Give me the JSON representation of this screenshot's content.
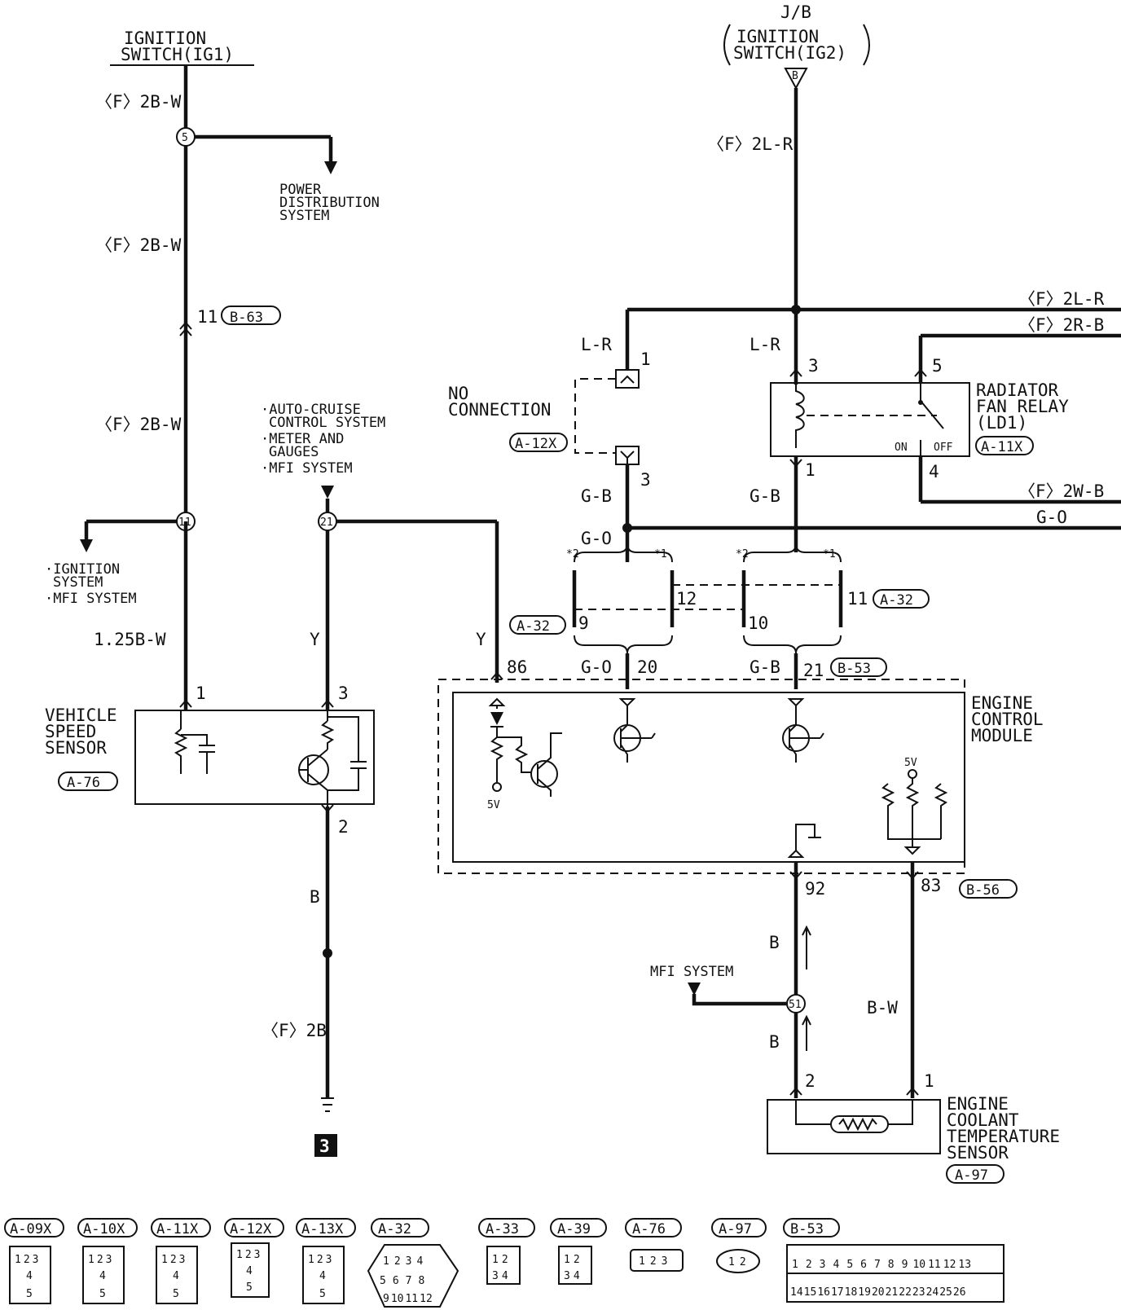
{
  "top": {
    "ig1": [
      "IGNITION",
      "SWITCH(IG1)"
    ],
    "jb": "J/B",
    "ig2": [
      "IGNITION",
      "SWITCH(IG2)"
    ],
    "ig2_pin": "B"
  },
  "wires": {
    "f2bw": "〈F〉2B-W",
    "f2lr": "〈F〉2L-R",
    "f2rb": "〈F〉2R-B",
    "f2wb": "〈F〉2W-B",
    "f2b": "〈F〉2B",
    "b125w": "1.25B-W",
    "lr": "L-R",
    "gb": "G-B",
    "go": "G-O",
    "y": "Y",
    "b": "B",
    "bw": "B-W"
  },
  "splices": {
    "s5": "5",
    "s11": "11",
    "s21": "21",
    "s51": "51"
  },
  "notes": {
    "power_dist": [
      "POWER",
      "DISTRIBUTION",
      "SYSTEM"
    ],
    "ign_mfi": [
      "·IGNITION",
      "SYSTEM",
      "·MFI SYSTEM"
    ],
    "cruise": [
      "·AUTO-CRUISE",
      "CONTROL SYSTEM",
      "·METER AND",
      "GAUGES",
      "·MFI SYSTEM"
    ],
    "no_connection": [
      "NO",
      "CONNECTION"
    ],
    "mfi_system": "MFI SYSTEM"
  },
  "connectors": {
    "b63": "B-63",
    "a12x": "A-12X",
    "a11x": "A-11X",
    "a32": "A-32",
    "b53": "B-53",
    "b56": "B-56",
    "a76": "A-76",
    "a97": "A-97"
  },
  "pins": {
    "p11": "11",
    "p1": "1",
    "p3": "3",
    "p5": "5",
    "p4": "4",
    "p12": "12",
    "p9": "9",
    "p10": "10",
    "p20": "20",
    "p21": "21",
    "p86": "86",
    "p92": "92",
    "p83": "83",
    "p2": "2",
    "star2": "*2",
    "star1": "*1"
  },
  "components": {
    "relay": [
      "RADIATOR",
      "FAN RELAY",
      "(LD1)"
    ],
    "relay_on": "ON",
    "relay_off": "OFF",
    "ecm": [
      "ENGINE",
      "CONTROL",
      "MODULE"
    ],
    "vss": [
      "VEHICLE",
      "SPEED",
      "SENSOR"
    ],
    "ect": [
      "ENGINE",
      "COOLANT",
      "TEMPERATURE",
      "SENSOR"
    ],
    "five_v": "5V",
    "ground": "3"
  },
  "legend": [
    {
      "label": "A-09X",
      "pins": [
        "1",
        "2",
        "3",
        "4",
        "5"
      ]
    },
    {
      "label": "A-10X",
      "pins": [
        "1",
        "2",
        "3",
        "4",
        "5"
      ]
    },
    {
      "label": "A-11X",
      "pins": [
        "1",
        "2",
        "3",
        "4",
        "5"
      ]
    },
    {
      "label": "A-12X",
      "pins": [
        "1",
        "2",
        "3",
        "4",
        "5"
      ]
    },
    {
      "label": "A-13X",
      "pins": [
        "1",
        "2",
        "3",
        "4",
        "5"
      ]
    },
    {
      "label": "A-32",
      "pins": [
        "1",
        "2",
        "3",
        "4",
        "5",
        "6",
        "7",
        "8",
        "9",
        "10",
        "11",
        "12"
      ]
    },
    {
      "label": "A-33",
      "pins": [
        "1",
        "2",
        "3",
        "4"
      ]
    },
    {
      "label": "A-39",
      "pins": [
        "1",
        "2",
        "3",
        "4"
      ]
    },
    {
      "label": "A-76",
      "pins": [
        "1",
        "2",
        "3"
      ]
    },
    {
      "label": "A-97",
      "pins": [
        "1",
        "2"
      ]
    },
    {
      "label": "B-53",
      "pins": [
        "1",
        "2",
        "3",
        "4",
        "5",
        "6",
        "7",
        "8",
        "9",
        "10",
        "11",
        "12",
        "13",
        "14",
        "15",
        "16",
        "17",
        "18",
        "19",
        "20",
        "21",
        "22",
        "23",
        "24",
        "25",
        "26"
      ]
    }
  ]
}
